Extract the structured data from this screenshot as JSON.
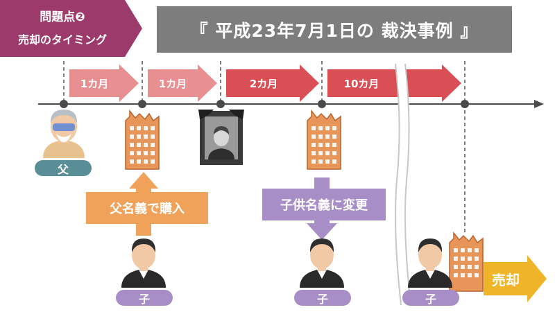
{
  "issue_tag": {
    "line1": "問題点❷",
    "line2": "売却のタイミング"
  },
  "title": "『 平成23年7月1日の 裁決事例 』",
  "periods": [
    "1カ月",
    "1カ月",
    "2カ月",
    "10カ月"
  ],
  "labels": {
    "father": "父",
    "child": "子"
  },
  "captions": {
    "purchase": "父名義で購入",
    "change": "子供名義に変更",
    "sale": "売却"
  },
  "colors": {
    "issue_tag": "#9c3a6b",
    "title_bg": "#7d7d7d",
    "arrow_light": "#e88f91",
    "arrow_dark": "#d94f55",
    "building": "#e8955a",
    "orange": "#f0a15a",
    "purple": "#a78ec6",
    "father_pill": "#5a8e96",
    "sale": "#f0b429",
    "timeline": "#4a4a4a"
  }
}
